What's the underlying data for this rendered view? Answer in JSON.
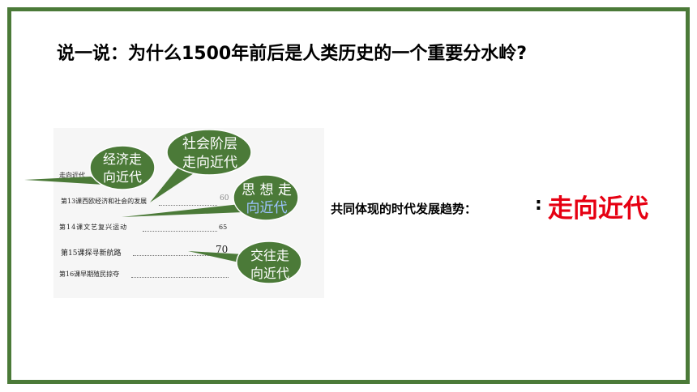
{
  "slide": {
    "title": "说一说：为什么1500年前后是人类历史的一个重要分水岭?"
  },
  "toc": {
    "lines": [
      {
        "text": "走向近代",
        "page": ""
      },
      {
        "text": "第13课西欧经济和社会的发展",
        "page": "60"
      },
      {
        "text": "第14课文艺复兴运动",
        "page": "65"
      },
      {
        "text": "第15课探寻新航路",
        "page": "70"
      },
      {
        "text": "第16课早期殖民掠夺",
        "page": ""
      }
    ]
  },
  "bubbles": {
    "economy": {
      "line1": "经济走",
      "line2": "向近代"
    },
    "society": {
      "line1": "社会阶层",
      "line2": "走向近代"
    },
    "thought": {
      "line1": "思 想 走",
      "line2": "向近代"
    },
    "exchange": {
      "line1": "交往走",
      "line2": "向近代"
    }
  },
  "trend": {
    "label": "共同体现的时代发展趋势：",
    "colon": ":",
    "value": "走向近代"
  },
  "colors": {
    "frame": "#4b7a38",
    "bubble": "#4b7a38",
    "accent": "#e60012",
    "highlight": "#2a6ad0"
  }
}
